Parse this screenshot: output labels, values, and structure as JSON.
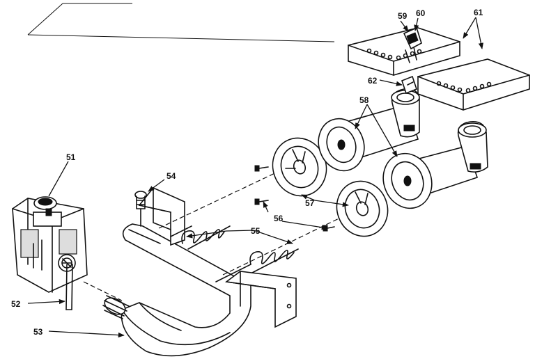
{
  "callouts": {
    "c51": "51",
    "c52": "52",
    "c53": "53",
    "c54": "54",
    "c55": "55",
    "c56": "56",
    "c57": "57",
    "c58": "58",
    "c59": "59",
    "c60": "60",
    "c61": "61",
    "c62": "62"
  }
}
